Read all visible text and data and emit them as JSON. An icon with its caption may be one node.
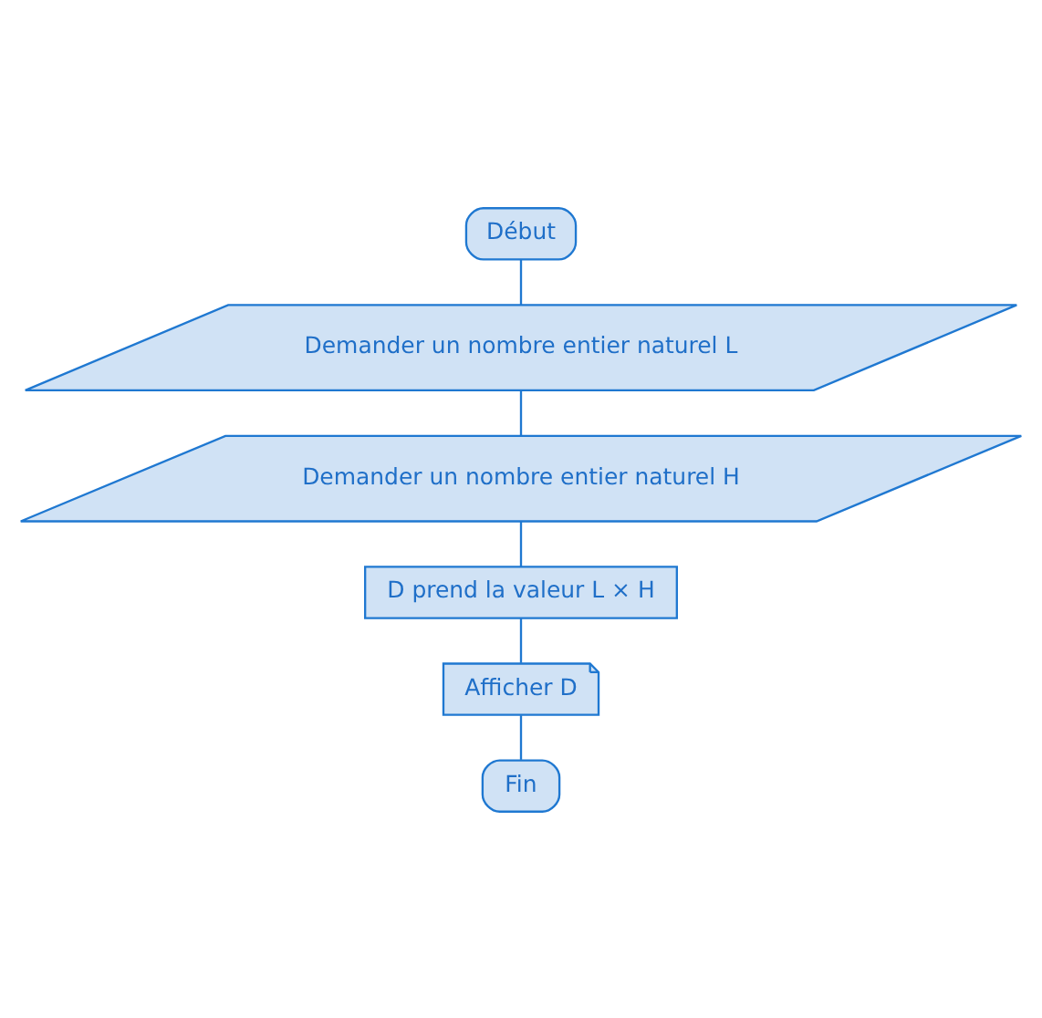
{
  "diagram": {
    "nodes": [
      {
        "text": [
          "Début"
        ]
      },
      {
        "text": [
          "Demander un nombre entier naturel L"
        ]
      },
      {
        "text": [
          "Demander un nombre entier naturel H"
        ]
      },
      {
        "text": [
          "D prend la valeur L × H"
        ]
      },
      {
        "text": [
          "Afficher D"
        ]
      },
      {
        "text": [
          "Fin"
        ]
      }
    ],
    "edges": [
      {
        "from": 0,
        "to": 1,
        "arrow": "none"
      },
      {
        "from": 1,
        "to": 2,
        "arrow": "none"
      },
      {
        "from": 2,
        "to": 3,
        "arrow": "none"
      },
      {
        "from": 3,
        "to": 4,
        "arrow": "none"
      },
      {
        "from": 4,
        "to": 5,
        "arrow": "none"
      }
    ]
  }
}
